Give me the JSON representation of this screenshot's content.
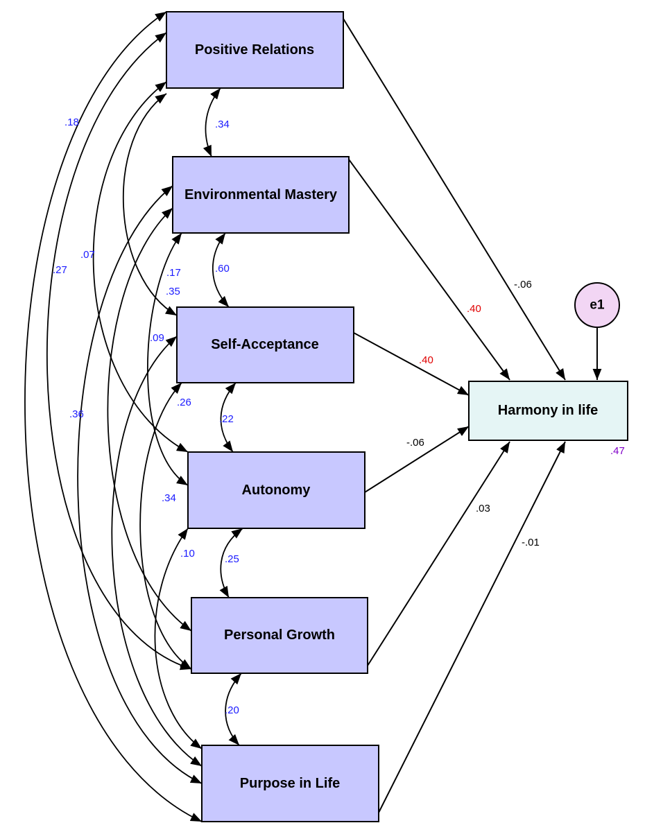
{
  "variables": {
    "positive_relations": "Positive Relations",
    "environmental_mastery": "Environmental Mastery",
    "self_acceptance": "Self-Acceptance",
    "autonomy": "Autonomy",
    "personal_growth": "Personal Growth",
    "purpose_in_life": "Purpose in Life",
    "harmony": "Harmony in life",
    "error": "e1"
  },
  "paths": {
    "positive_relations": "-.06",
    "environmental_mastery": ".40",
    "self_acceptance": ".40",
    "autonomy": "-.06",
    "personal_growth": ".03",
    "purpose_in_life": "-.01"
  },
  "r_squared": ".47",
  "correlations": [
    ".34",
    ".60",
    ".22",
    ".25",
    ".20",
    ".18",
    ".07",
    ".27",
    ".17",
    ".35",
    ".09",
    ".26",
    ".36",
    ".34",
    ".10"
  ],
  "colors": {
    "box_fill": "#c8c8ff",
    "outcome_fill": "#e5f5f5",
    "error_fill": "#f2d6f4",
    "correlation_text": "#1a1aff",
    "significant_path_text": "#e00000",
    "path_text": "#000000",
    "r_squared_text": "#8000c8"
  }
}
